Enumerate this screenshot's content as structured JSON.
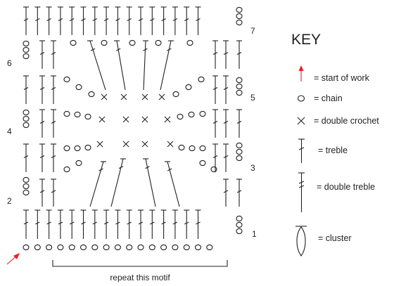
{
  "key": {
    "title": "KEY",
    "items": [
      {
        "id": "start",
        "symbol": "red-arrow-icon",
        "label": "= start of work"
      },
      {
        "id": "chain",
        "symbol": "chain-oval-icon",
        "label": "= chain"
      },
      {
        "id": "dc",
        "symbol": "double-crochet-x-icon",
        "label": "= double crochet"
      },
      {
        "id": "tr",
        "symbol": "treble-icon",
        "label": "= treble"
      },
      {
        "id": "dtr",
        "symbol": "double-treble-icon",
        "label": "= double treble"
      },
      {
        "id": "cluster",
        "symbol": "cluster-icon",
        "label": "= cluster"
      }
    ]
  },
  "row_numbers": [
    "1",
    "2",
    "3",
    "4",
    "5",
    "6",
    "7"
  ],
  "motif_label": "repeat this motif",
  "colors": {
    "ink": "#231f20",
    "start_arrow": "#ed1c24"
  }
}
